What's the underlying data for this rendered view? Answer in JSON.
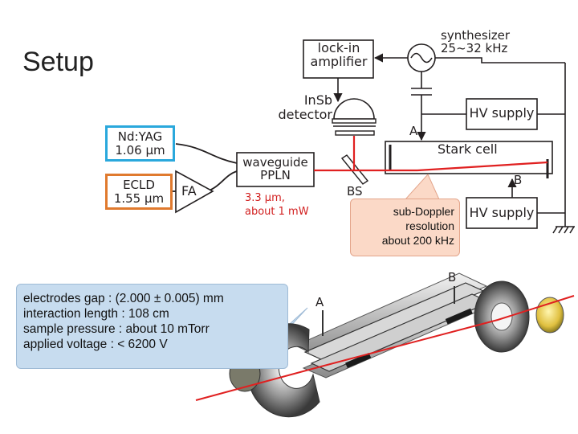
{
  "slide": {
    "title": "Setup"
  },
  "labels": {
    "lockin_line1": "lock-in",
    "lockin_line2": "amplifier",
    "synth_line1": "synthesizer",
    "synth_line2": "25~32 kHz",
    "insb_line1": "InSb",
    "insb_line2": "detector",
    "hv_top": "HV supply",
    "hv_bottom": "HV supply",
    "point_a": "A",
    "point_b": "B",
    "stark": "Stark cell",
    "wg_line1": "waveguide",
    "wg_line2": "PPLN",
    "bs": "BS",
    "fa": "FA",
    "ndyag_line1": "Nd:YAG",
    "ndyag_line2": "1.06 μm",
    "ecld_line1": "ECLD",
    "ecld_line2": "1.55 μm",
    "photo_a": "A",
    "photo_b": "B"
  },
  "callouts": {
    "power_line1": "3.3 μm,",
    "power_line2": "about 1 mW",
    "res_line1": "sub-Doppler",
    "res_line2": "resolution",
    "res_line3": "about 200 kHz"
  },
  "parameters": [
    "electrodes gap  : (2.000 ± 0.005) mm",
    "interaction length : 108 cm",
    "sample pressure : about 10 mTorr",
    "applied voltage : < 6200 V"
  ],
  "colors": {
    "laser_beam": "#e02020",
    "ndyag_border": "#2aa8dc",
    "ecld_border": "#e07a2e",
    "params_fill": "#c7dcef",
    "resolution_fill": "#fbd9c7"
  }
}
